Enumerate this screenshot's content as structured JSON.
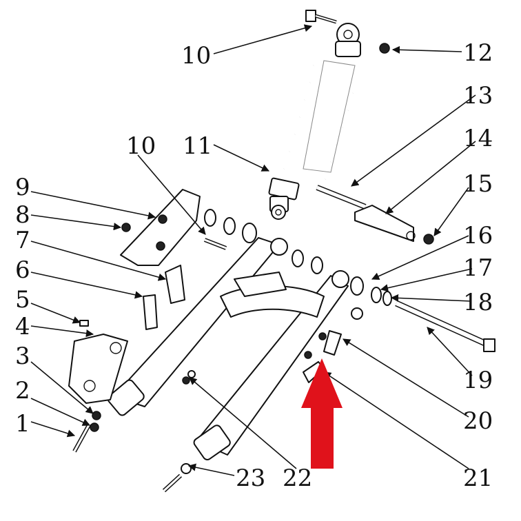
{
  "diagram": {
    "labels": [
      "1",
      "2",
      "3",
      "4",
      "5",
      "6",
      "7",
      "8",
      "9",
      "10",
      "10",
      "11",
      "12",
      "13",
      "14",
      "15",
      "16",
      "17",
      "18",
      "19",
      "20",
      "21",
      "22",
      "23"
    ]
  },
  "colors": {
    "line": "#111111",
    "indicator": "#e0121b",
    "background": "#ffffff"
  },
  "indicator": {
    "icon": "arrow-up-icon"
  }
}
